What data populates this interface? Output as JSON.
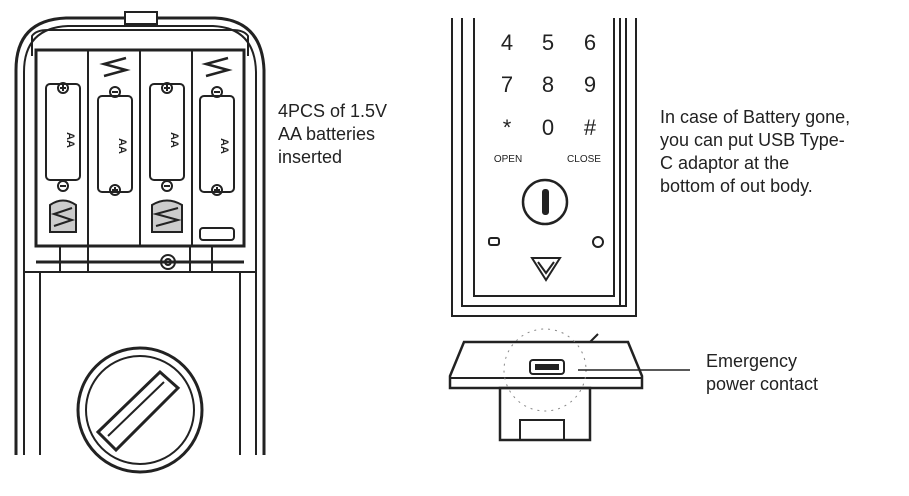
{
  "keypad": {
    "keys": [
      "4",
      "5",
      "6",
      "7",
      "8",
      "9",
      "*",
      "0",
      "#"
    ],
    "open_label": "OPEN",
    "close_label": "CLOSE"
  },
  "battery_labels": [
    "AA",
    "AA",
    "AA",
    "AA"
  ],
  "annotations": {
    "batteries": [
      "4PCS of 1.5V",
      "AA batteries",
      "inserted"
    ],
    "usb": [
      "In case of Battery gone,",
      "you can put USB Type-",
      "C adaptor at the",
      "bottom of out body."
    ],
    "emergency": [
      "Emergency",
      "power contact"
    ]
  }
}
